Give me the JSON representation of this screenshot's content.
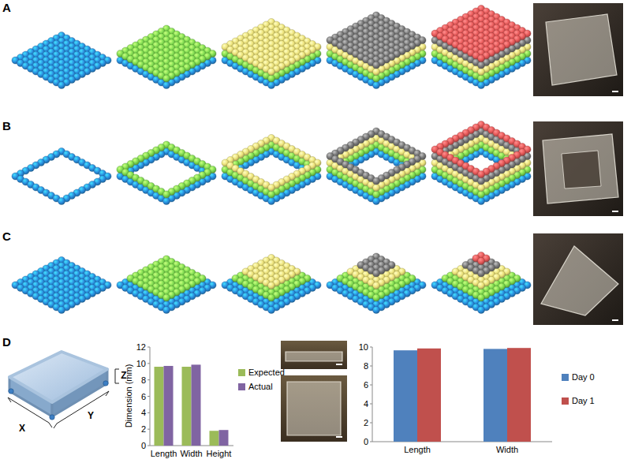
{
  "diagram": {
    "labels": [
      "A",
      "B",
      "C",
      "D",
      "X",
      "Y",
      "Z",
      "12",
      "10",
      "8",
      "6",
      "4",
      "2",
      "0",
      "Length",
      "Width",
      "Height",
      "Dimension (mm)",
      "10",
      "8",
      "6",
      "4",
      "2",
      "0",
      "Length",
      "Width"
    ],
    "legend": [
      {
        "text": "Expected",
        "color": "#9bbb59"
      },
      {
        "text": "Actual",
        "color": "#8064a2"
      },
      {
        "text": "Day 0",
        "color": "#4f81bd"
      },
      {
        "text": "Day 1",
        "color": "#c0504d"
      }
    ]
  }
}
